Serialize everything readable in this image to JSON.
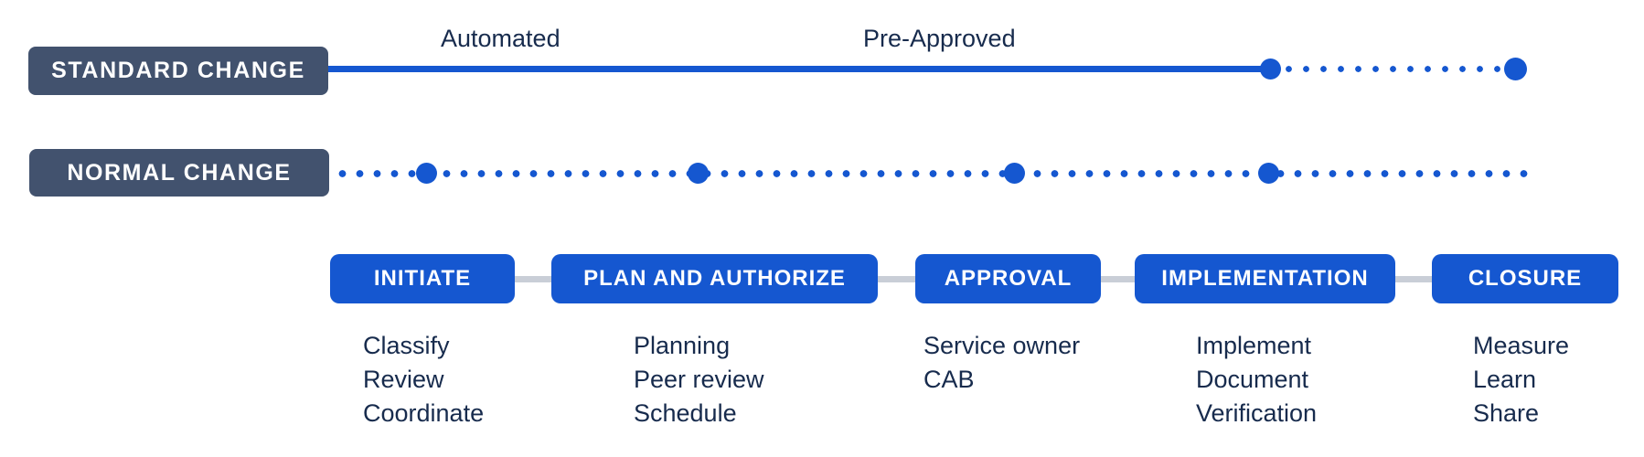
{
  "diagram": {
    "lanes": [
      {
        "label": "STANDARD CHANGE"
      },
      {
        "label": "NORMAL CHANGE"
      }
    ],
    "annotations": {
      "automated": "Automated",
      "pre_approved": "Pre-Approved"
    },
    "phases": [
      {
        "label": "INITIATE",
        "items": [
          "Classify",
          "Review",
          "Coordinate"
        ]
      },
      {
        "label": "PLAN AND AUTHORIZE",
        "items": [
          "Planning",
          "Peer review",
          "Schedule"
        ]
      },
      {
        "label": "APPROVAL",
        "items": [
          "Service owner",
          "CAB"
        ]
      },
      {
        "label": "IMPLEMENTATION",
        "items": [
          "Implement",
          "Document",
          "Verification"
        ]
      },
      {
        "label": "CLOSURE",
        "items": [
          "Measure",
          "Learn",
          "Share"
        ]
      }
    ],
    "colors": {
      "accent_blue": "#1557D0",
      "slate": "#42526E",
      "navy": "#172B4D",
      "connector_gray": "#C9CED7"
    }
  }
}
